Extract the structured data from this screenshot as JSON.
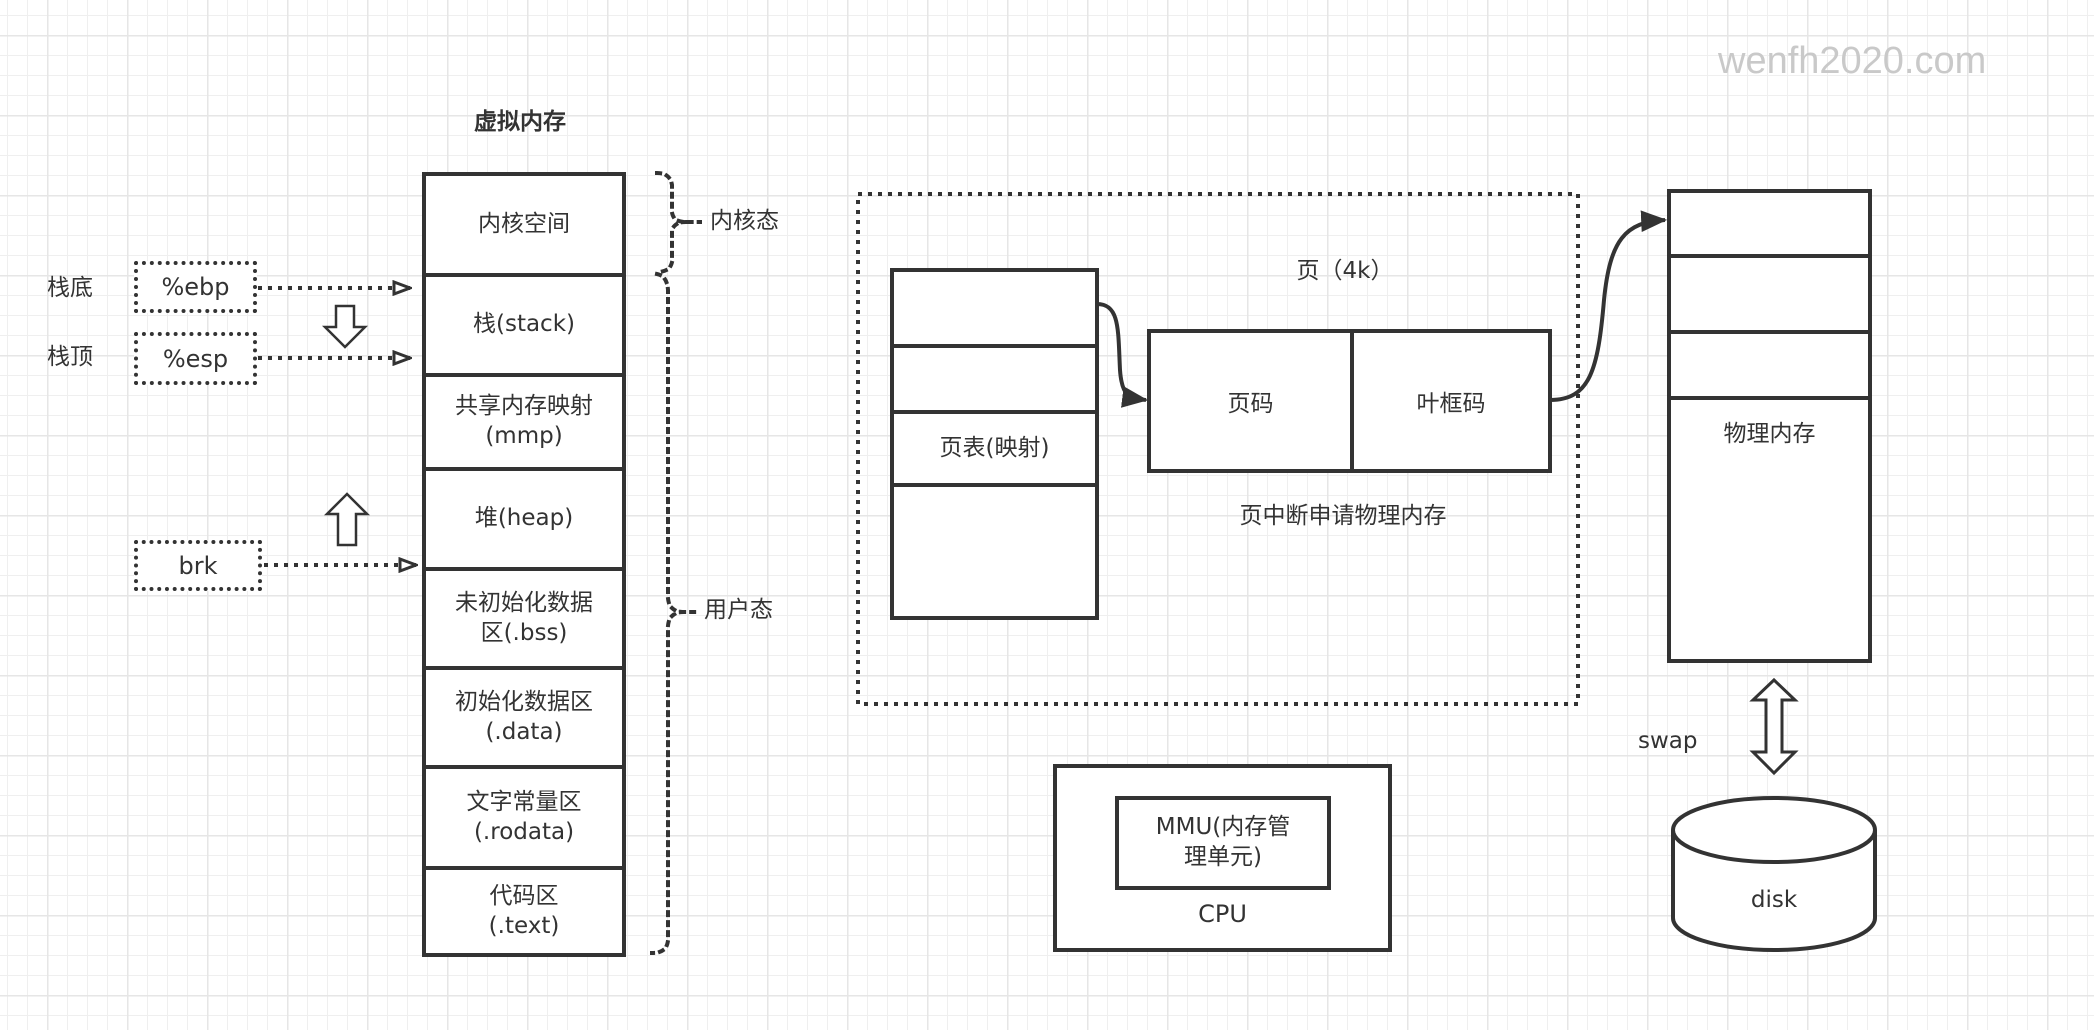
{
  "watermark": "wenfh2020.com",
  "virtual_memory": {
    "title": "虚拟内存",
    "segments": [
      {
        "line1": "内核空间",
        "line2": ""
      },
      {
        "line1": "栈(stack)",
        "line2": ""
      },
      {
        "line1": "共享内存映射",
        "line2": "(mmp)"
      },
      {
        "line1": "堆(heap)",
        "line2": ""
      },
      {
        "line1": "未初始化数据",
        "line2": "区(.bss)"
      },
      {
        "line1": "初始化数据区",
        "line2": "(.data)"
      },
      {
        "line1": "文字常量区",
        "line2": "(.rodata)"
      },
      {
        "line1": "代码区",
        "line2": "(.text)"
      }
    ],
    "kernel_mode_label": "内核态",
    "user_mode_label": "用户态"
  },
  "registers": {
    "stack_bottom_label": "栈底",
    "stack_top_label": "栈顶",
    "ebp": "%ebp",
    "esp": "%esp",
    "brk": "brk"
  },
  "paging": {
    "page_table_label": "页表(映射)",
    "page_title": "页（4k）",
    "page_number": "页码",
    "frame_number": "叶框码",
    "page_fault_label": "页中断申请物理内存"
  },
  "physical_memory": {
    "label": "物理内存"
  },
  "swap": {
    "label": "swap"
  },
  "disk": {
    "label": "disk"
  },
  "cpu": {
    "label": "CPU",
    "mmu_line1": "MMU(内存管",
    "mmu_line2": "理单元)"
  }
}
